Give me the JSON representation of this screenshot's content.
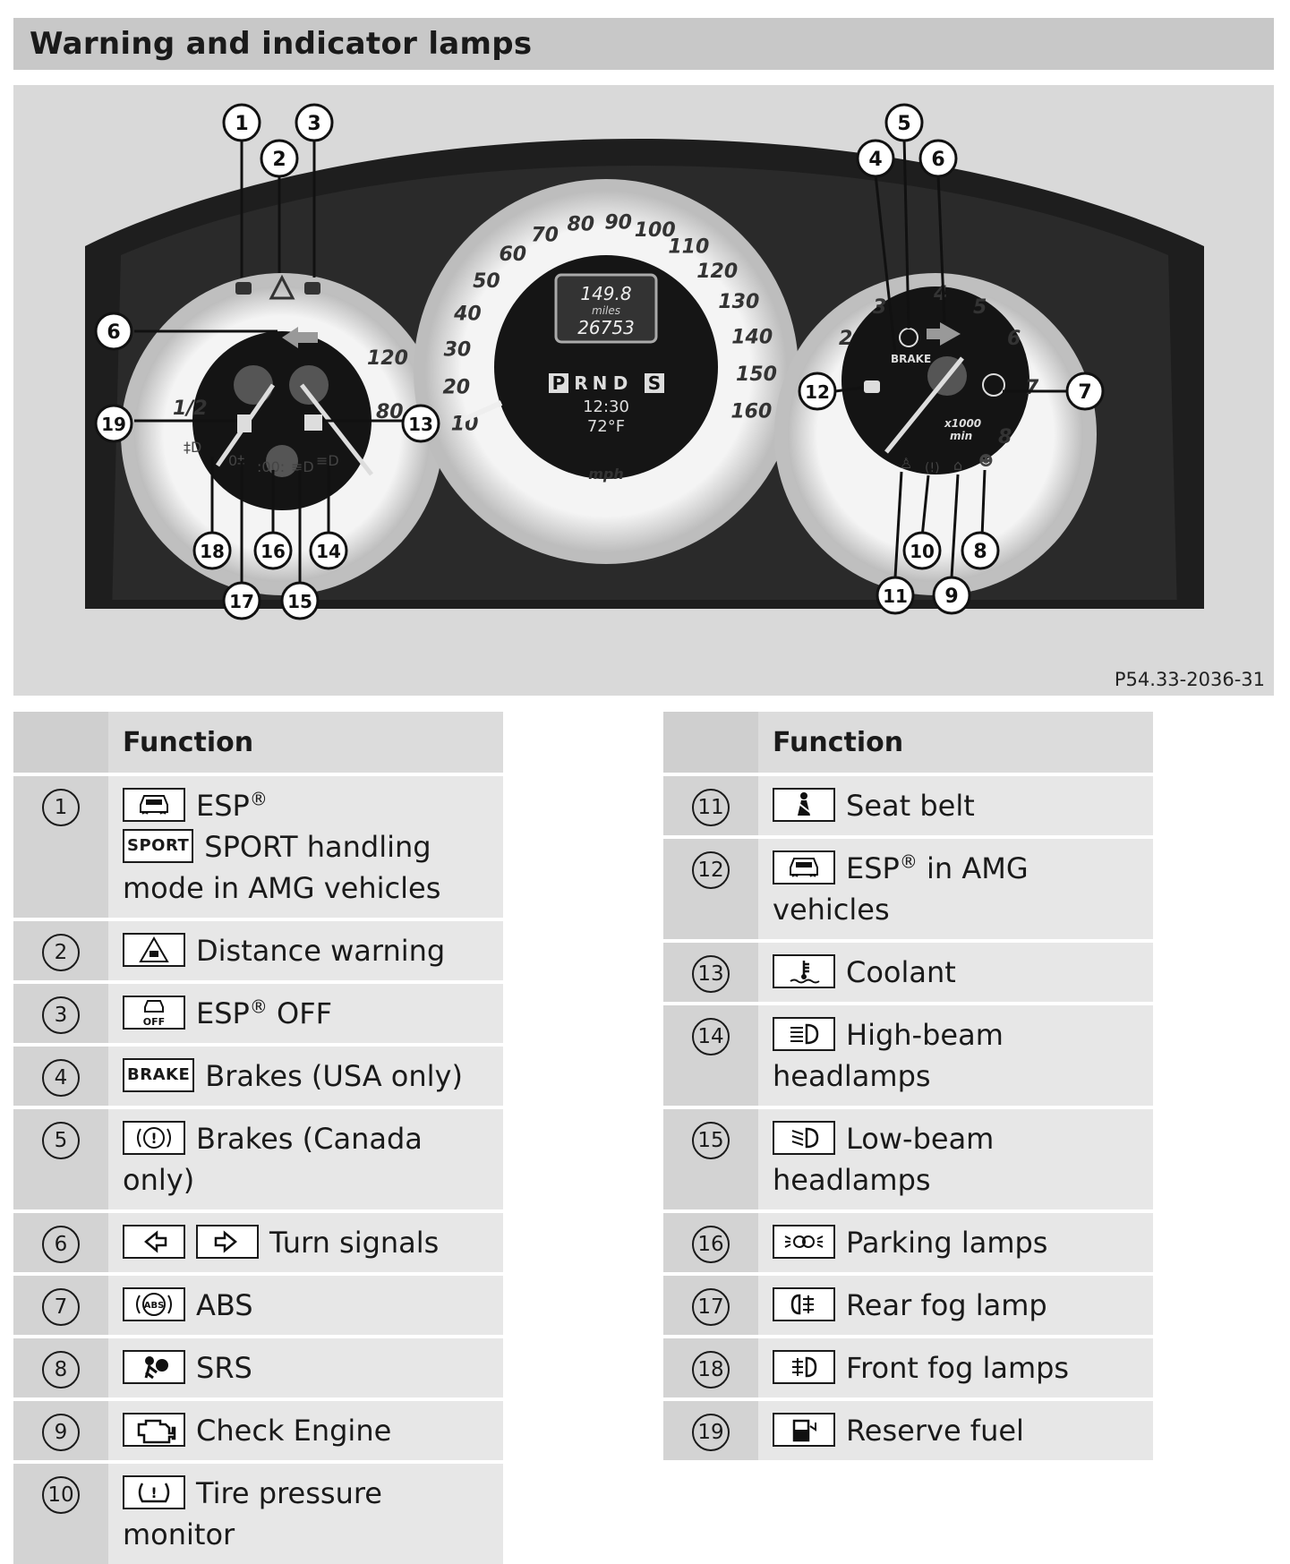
{
  "header": {
    "title": "Warning and indicator lamps"
  },
  "figure": {
    "reference": "P54.33-2036-31",
    "speedometer": {
      "ticks": [
        "10",
        "20",
        "30",
        "40",
        "50",
        "60",
        "70",
        "80",
        "90",
        "100",
        "110",
        "120",
        "130",
        "140",
        "150",
        "160"
      ],
      "unit": "mph",
      "trip": "149.8",
      "trip_unit": "miles",
      "odometer": "26753",
      "gears": [
        "P",
        "R",
        "N",
        "D"
      ],
      "mode": "S",
      "clock": "12:30",
      "temperature": "72°F"
    },
    "left_gauge": {
      "ticks": [
        "120",
        "80",
        "1/2"
      ]
    },
    "right_gauge": {
      "ticks": [
        "2",
        "3",
        "4",
        "5",
        "6",
        "7",
        "8"
      ],
      "unit_line1": "x1000",
      "unit_line2": "min",
      "brake_text": "BRAKE"
    },
    "callouts": [
      "1",
      "2",
      "3",
      "4",
      "5",
      "6",
      "6",
      "7",
      "8",
      "9",
      "10",
      "11",
      "12",
      "13",
      "14",
      "15",
      "16",
      "17",
      "18",
      "19"
    ]
  },
  "table_left": {
    "header": "Function",
    "rows": [
      {
        "num": "1",
        "items": [
          {
            "icon": "esp-car-icon",
            "label": "ESP",
            "sup": "®"
          },
          {
            "icon_text": "SPORT",
            "label": "SPORT handling mode in AMG vehicles"
          }
        ]
      },
      {
        "num": "2",
        "items": [
          {
            "icon": "distance-warning-icon",
            "label": "Distance warning"
          }
        ]
      },
      {
        "num": "3",
        "items": [
          {
            "icon": "esp-off-icon",
            "label": "ESP",
            "sup": "®",
            "suffix": " OFF"
          }
        ]
      },
      {
        "num": "4",
        "items": [
          {
            "icon_text": "BRAKE",
            "label": "Brakes (USA only)"
          }
        ]
      },
      {
        "num": "5",
        "items": [
          {
            "icon": "brake-canada-icon",
            "label": "Brakes (Canada only)"
          }
        ]
      },
      {
        "num": "6",
        "items": [
          {
            "icon": "turn-left-icon"
          },
          {
            "icon": "turn-right-icon",
            "label": "Turn signals"
          }
        ]
      },
      {
        "num": "7",
        "items": [
          {
            "icon": "abs-icon",
            "label": "ABS"
          }
        ]
      },
      {
        "num": "8",
        "items": [
          {
            "icon": "srs-icon",
            "label": "SRS"
          }
        ]
      },
      {
        "num": "9",
        "items": [
          {
            "icon": "check-engine-icon",
            "label": "Check Engine"
          }
        ]
      },
      {
        "num": "10",
        "items": [
          {
            "icon": "tire-pressure-icon",
            "label": "Tire pressure monitor"
          }
        ]
      }
    ]
  },
  "table_right": {
    "header": "Function",
    "rows": [
      {
        "num": "11",
        "items": [
          {
            "icon": "seat-belt-icon",
            "label": "Seat belt"
          }
        ]
      },
      {
        "num": "12",
        "items": [
          {
            "icon": "esp-car-icon",
            "label": "ESP",
            "sup": "®",
            "suffix": " in AMG vehicles"
          }
        ]
      },
      {
        "num": "13",
        "items": [
          {
            "icon": "coolant-icon",
            "label": "Coolant"
          }
        ]
      },
      {
        "num": "14",
        "items": [
          {
            "icon": "high-beam-icon",
            "label": "High-beam headlamps"
          }
        ]
      },
      {
        "num": "15",
        "items": [
          {
            "icon": "low-beam-icon",
            "label": "Low-beam headlamps"
          }
        ]
      },
      {
        "num": "16",
        "items": [
          {
            "icon": "parking-lamps-icon",
            "label": "Parking lamps"
          }
        ]
      },
      {
        "num": "17",
        "items": [
          {
            "icon": "rear-fog-icon",
            "label": "Rear fog lamp"
          }
        ]
      },
      {
        "num": "18",
        "items": [
          {
            "icon": "front-fog-icon",
            "label": "Front fog lamps"
          }
        ]
      },
      {
        "num": "19",
        "items": [
          {
            "icon": "reserve-fuel-icon",
            "label": "Reserve fuel"
          }
        ]
      }
    ]
  }
}
